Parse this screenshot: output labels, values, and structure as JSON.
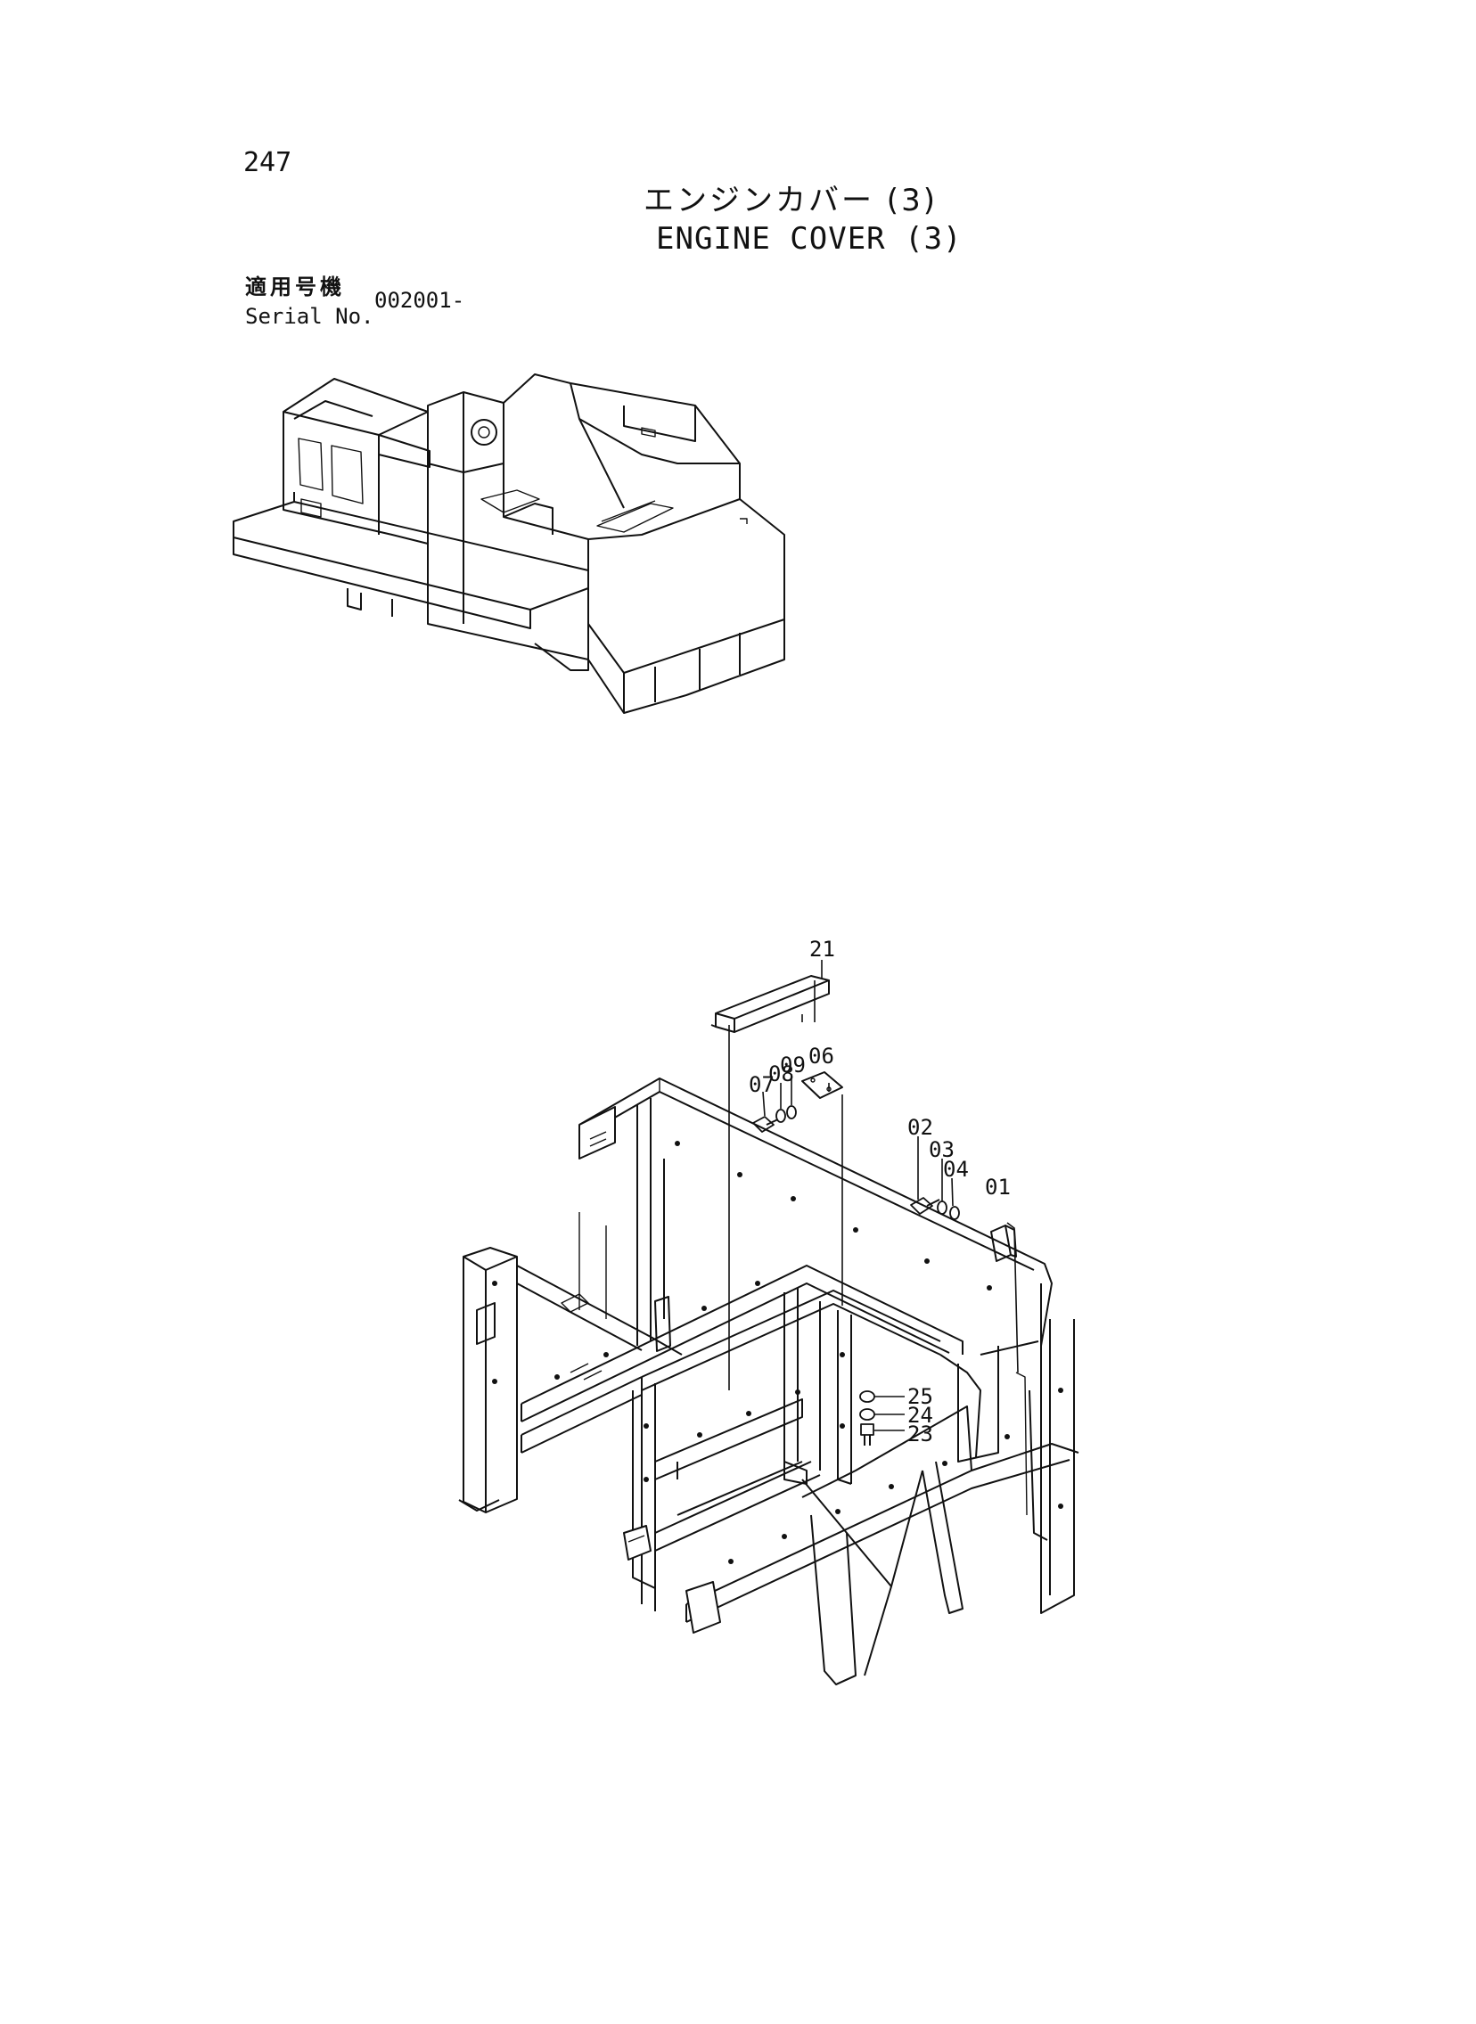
{
  "page": {
    "number": "247",
    "title_jp": "エンジンカバー (3)",
    "title_en": "ENGINE COVER (3)",
    "serial_label_jp": "適用号機",
    "serial_label_en": "Serial No.",
    "serial_value": "002001-"
  },
  "callouts": {
    "c21": "21",
    "c09": "09",
    "c06": "06",
    "c08": "08",
    "c07": "07",
    "c02": "02",
    "c03": "03",
    "c04": "04",
    "c01": "01",
    "c25": "25",
    "c24": "24",
    "c23": "23"
  },
  "colors": {
    "line": "#111111",
    "background": "#ffffff"
  }
}
